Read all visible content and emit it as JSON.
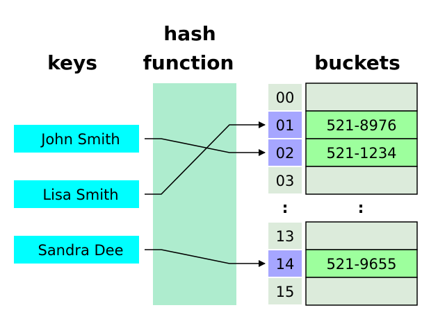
{
  "headings": {
    "keys": "keys",
    "hash_line1": "hash",
    "hash_line2": "function",
    "buckets": "buckets"
  },
  "colors": {
    "key_box": "#00ffff",
    "hash_band": "#aeecce",
    "index_default": "#dcebdb",
    "index_used": "#a6a6ff",
    "bucket_empty": "#dcebdb",
    "bucket_filled": "#9dff9d",
    "line": "#000000"
  },
  "keys": [
    {
      "label": "John Smith"
    },
    {
      "label": "Lisa Smith"
    },
    {
      "label": "Sandra Dee"
    }
  ],
  "buckets_top": [
    {
      "index": "00",
      "value": "",
      "used": false
    },
    {
      "index": "01",
      "value": "521-8976",
      "used": true
    },
    {
      "index": "02",
      "value": "521-1234",
      "used": true
    },
    {
      "index": "03",
      "value": "",
      "used": false
    }
  ],
  "ellipsis": {
    "index_dots": ":",
    "bucket_dots": ":"
  },
  "buckets_bottom": [
    {
      "index": "13",
      "value": "",
      "used": false
    },
    {
      "index": "14",
      "value": "521-9655",
      "used": true
    },
    {
      "index": "15",
      "value": "",
      "used": false
    }
  ],
  "mappings": [
    {
      "key": "John Smith",
      "bucket": "02"
    },
    {
      "key": "Lisa Smith",
      "bucket": "01"
    },
    {
      "key": "Sandra Dee",
      "bucket": "14"
    }
  ]
}
